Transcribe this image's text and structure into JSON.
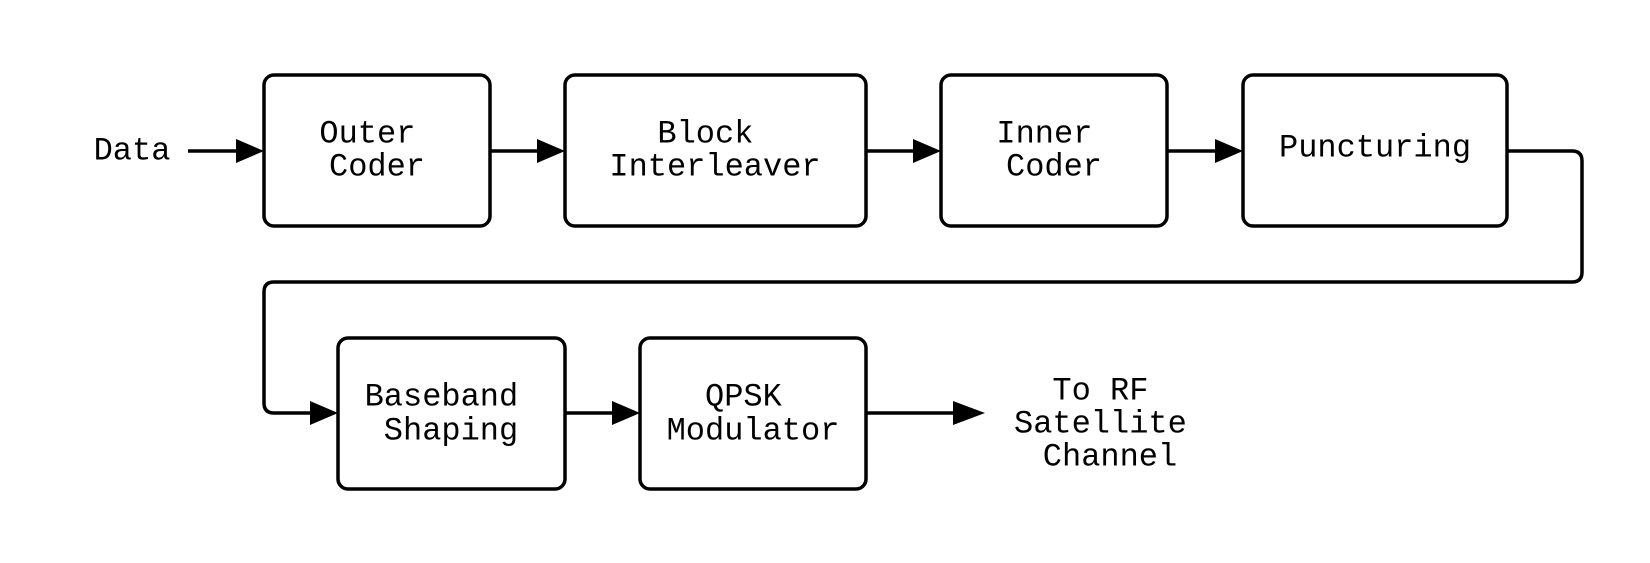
{
  "diagram": {
    "input_label": "Data",
    "output_label": [
      "To RF",
      "Satellite",
      "Channel"
    ],
    "blocks": [
      {
        "id": "outer-coder",
        "lines": [
          "Outer",
          "Coder"
        ]
      },
      {
        "id": "block-interleaver",
        "lines": [
          "Block",
          "Interleaver"
        ]
      },
      {
        "id": "inner-coder",
        "lines": [
          "Inner",
          "Coder"
        ]
      },
      {
        "id": "puncturing",
        "lines": [
          "Puncturing"
        ]
      },
      {
        "id": "baseband-shaping",
        "lines": [
          "Baseband",
          "Shaping"
        ]
      },
      {
        "id": "qpsk-modulator",
        "lines": [
          "QPSK",
          "Modulator"
        ]
      }
    ],
    "colors": {
      "stroke": "#000000",
      "fill": "#ffffff"
    }
  }
}
